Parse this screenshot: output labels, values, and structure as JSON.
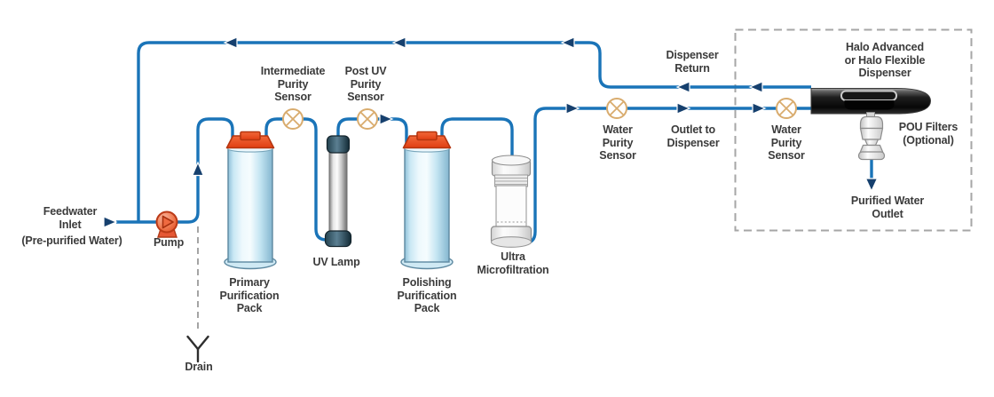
{
  "diagram": {
    "type": "water-purification-process-flow",
    "colors": {
      "pipe": "#1A74B8",
      "arrowhead": "#16406E",
      "sensor_outline": "#D9AC6E",
      "pump": "#EA5A32",
      "pack_cap": "#E84715",
      "pack_body": "#CDE9F5",
      "uv_lamp_cap": "#2B4956",
      "dispenser_body": "#141414",
      "enclosure_border": "#A6A6A6",
      "text": "#3B3B3B"
    },
    "labels": {
      "feedwater_title": "Feedwater\nInlet",
      "feedwater_subtitle": "(Pre-purified Water)",
      "pump": "Pump",
      "drain": "Drain",
      "primary_pack": "Primary\nPurification\nPack",
      "uv_lamp": "UV Lamp",
      "intermediate_sensor": "Intermediate\nPurity\nSensor",
      "post_uv_sensor": "Post UV\nPurity\nSensor",
      "polishing_pack": "Polishing\nPurification\nPack",
      "ultra_microfiltration": "Ultra\nMicrofiltration",
      "water_purity_sensor_outlet": "Water\nPurity\nSensor",
      "outlet_to_dispenser": "Outlet to\nDispenser",
      "dispenser_return": "Dispenser\nReturn",
      "water_purity_sensor_dispenser": "Water\nPurity\nSensor",
      "dispenser_box_title": "Halo Advanced\nor Halo Flexible Dispenser",
      "pou_filters": "POU Filters\n(Optional)",
      "purified_water_outlet": "Purified Water\nOutlet"
    }
  }
}
